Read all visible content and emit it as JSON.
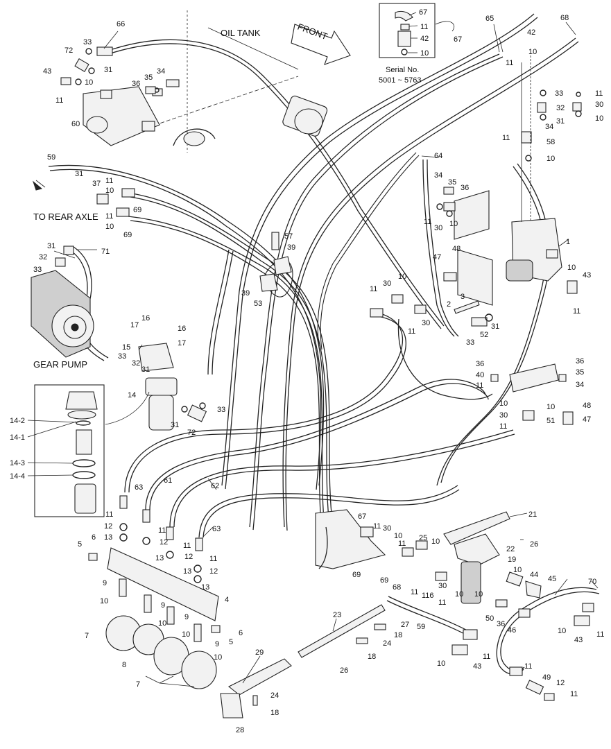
{
  "headings": {
    "oil_tank": "OIL TANK",
    "front": "FRONT",
    "to_rear_axle": "TO REAR AXLE",
    "gear_pump": "GEAR PUMP",
    "serial_caption_line1": "Serial No.",
    "serial_caption_line2": "5001 ~ 5763"
  },
  "part_numbers": {
    "n1": "1",
    "n2": "2",
    "n3": "3",
    "n4": "4",
    "n5": "5",
    "n6": "6",
    "n7": "7",
    "n8": "8",
    "n9": "9",
    "n10": "10",
    "n11": "11",
    "n12": "12",
    "n13": "13",
    "n14": "14",
    "n15": "15",
    "n16": "16",
    "n17": "17",
    "n18": "18",
    "n19": "19",
    "n21": "21",
    "n22": "22",
    "n23": "23",
    "n24": "24",
    "n25": "25",
    "n26": "26",
    "n27": "27",
    "n28": "28",
    "n29": "29",
    "n30": "30",
    "n31": "31",
    "n32": "32",
    "n33": "33",
    "n34": "34",
    "n35": "35",
    "n36": "36",
    "n37": "37",
    "n39": "39",
    "n40": "40",
    "n42": "42",
    "n43": "43",
    "n44": "44",
    "n45": "45",
    "n46": "46",
    "n47": "47",
    "n48": "48",
    "n49": "49",
    "n50": "50",
    "n51": "51",
    "n52": "52",
    "n53": "53",
    "n57": "57",
    "n58": "58",
    "n59": "59",
    "n60": "60",
    "n61": "61",
    "n62": "62",
    "n63": "63",
    "n64": "64",
    "n65": "65",
    "n66": "66",
    "n67": "67",
    "n68": "68",
    "n69": "69",
    "n70": "70",
    "n71": "71",
    "n72": "72",
    "n116": "116",
    "n14_1": "14-1",
    "n14_2": "14-2",
    "n14_3": "14-3",
    "n14_4": "14-4"
  }
}
